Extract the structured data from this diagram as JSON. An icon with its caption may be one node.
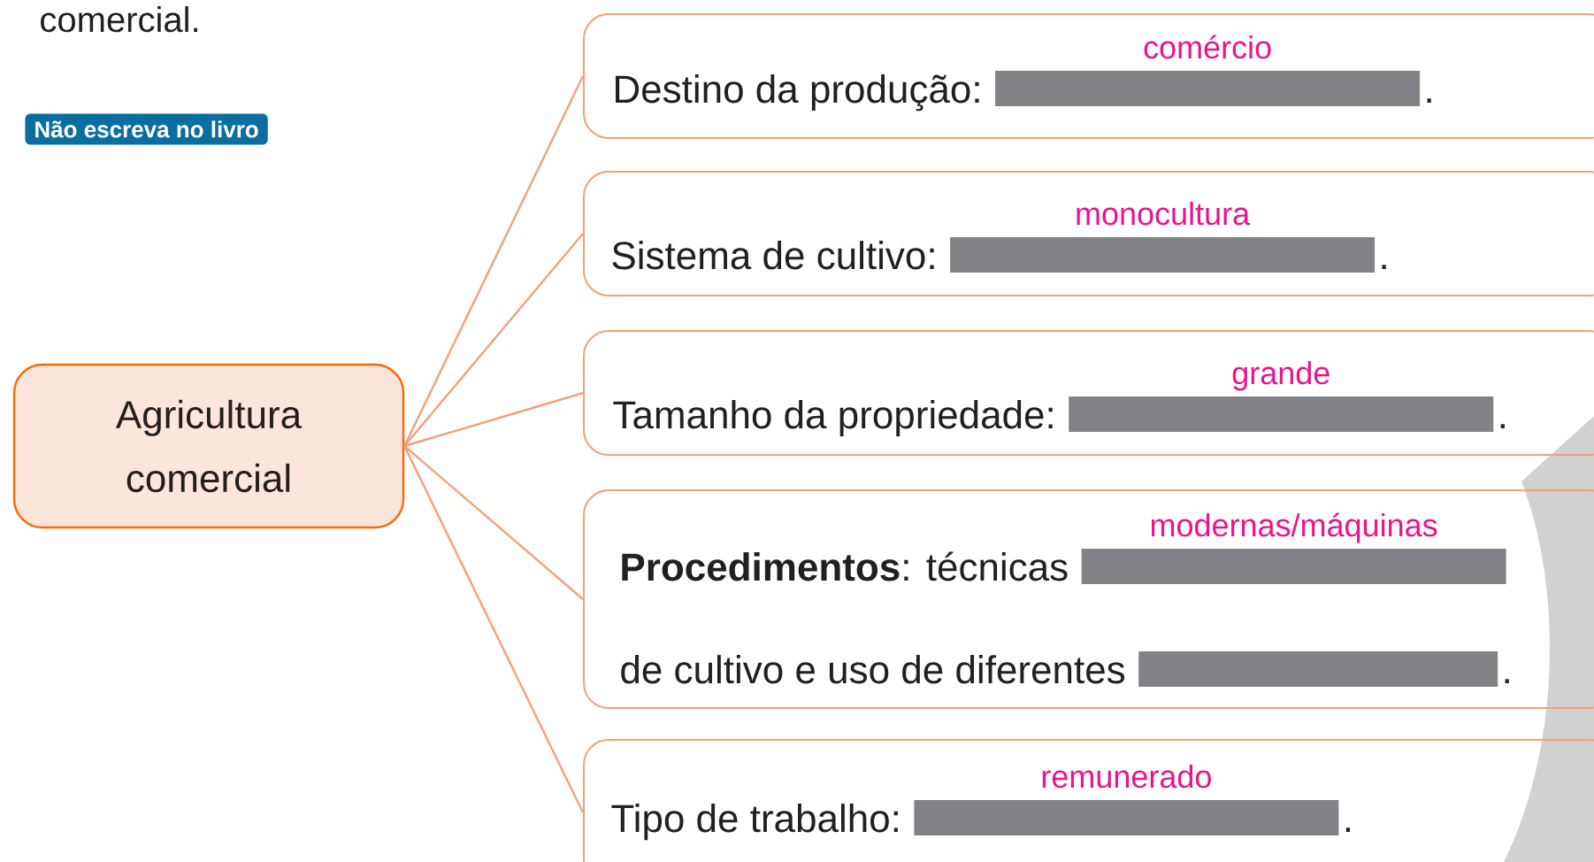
{
  "diagram": {
    "nodes": [
      {
        "text": [
          "Agricultura comercial"
        ]
      },
      {
        "text": [
          "Destino da produção:",
          ".",
          "comércio"
        ]
      },
      {
        "text": [
          "Sistema de cultivo:",
          ".",
          "monocultura"
        ]
      },
      {
        "text": [
          "Tamanho da propriedade:",
          ".",
          "grande"
        ]
      },
      {
        "text": [
          "**Procedimentos**: técnicas",
          "de cultivo e uso de diferentes",
          ".",
          "modernas/máquinas"
        ]
      },
      {
        "text": [
          "Tipo de trabalho:",
          ".",
          "remunerado"
        ]
      },
      {
        "text": [
          "Não escreva no livro"
        ]
      }
    ],
    "edges": [
      {
        "from": 0,
        "to": 1,
        "arrow": "none"
      },
      {
        "from": 0,
        "to": 2,
        "arrow": "none"
      },
      {
        "from": 0,
        "to": 3,
        "arrow": "none"
      },
      {
        "from": 0,
        "to": 4,
        "arrow": "none"
      },
      {
        "from": 0,
        "to": 5,
        "arrow": "none"
      }
    ],
    "labels": [
      "comercial."
    ]
  }
}
